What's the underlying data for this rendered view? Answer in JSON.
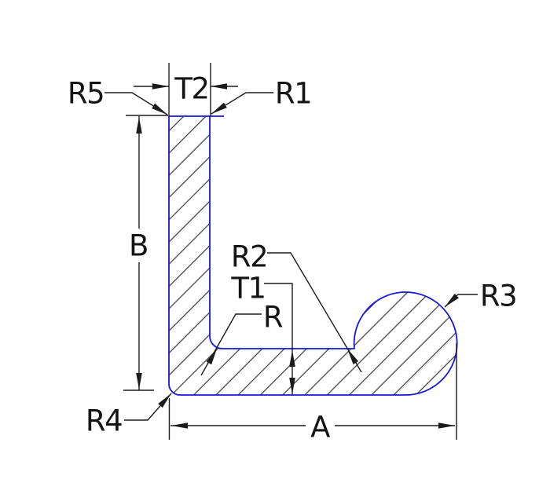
{
  "drawing_labels": {
    "r5": "R5",
    "t2": "T2",
    "r1": "R1",
    "b": "B",
    "r2": "R2",
    "t1": "T1",
    "r": "R",
    "r3": "R3",
    "r4": "R4",
    "a": "A"
  },
  "colors": {
    "outline": "#1616dd",
    "hatch": "#3d3d3d",
    "dimension": "#1b1b1b",
    "text": "#141414",
    "background": "#ffffff"
  }
}
